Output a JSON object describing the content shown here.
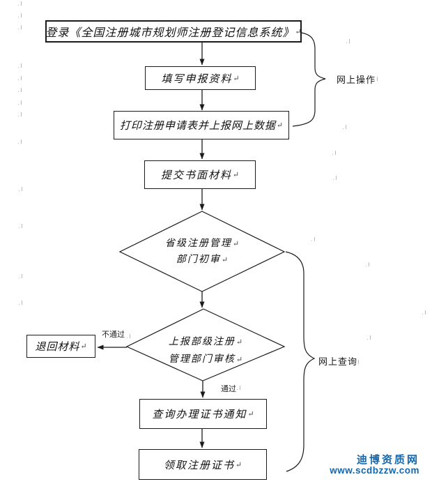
{
  "flowchart": {
    "return_mark": "↵",
    "boxes": {
      "login": "登录《全国注册城市规划师注册登记信息系统》",
      "fill": "填写申报资料",
      "print": "打印注册申请表并上报网上数据",
      "submit": "提交书面材料",
      "return_materials": "退回材料",
      "query_notice": "查询办理证书通知",
      "receive_cert": "领取注册证书"
    },
    "diamonds": {
      "provincial": {
        "line1": "省级注册管理",
        "line2": "部门初审"
      },
      "ministry": {
        "line1": "上报部级注册",
        "line2": "管理部门审核"
      }
    },
    "edge_labels": {
      "fail": "不通过",
      "pass": "通过"
    },
    "brace_labels": {
      "online_operation": "网上操作",
      "online_query": "网上查询"
    },
    "line_color": "#1a1a1a"
  },
  "watermark": {
    "site_name": "迪博资质网",
    "site_url": "www.scdbzzw.com",
    "color": "#1467ad"
  }
}
